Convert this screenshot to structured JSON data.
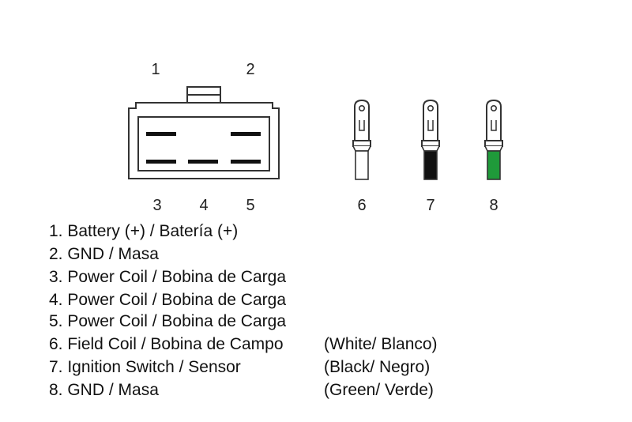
{
  "connector": {
    "pin_numbers_top": [
      "1",
      "2"
    ],
    "pin_numbers_bottom": [
      "3",
      "4",
      "5"
    ]
  },
  "terminals": [
    {
      "number": "6",
      "wire_color": "#ffffff"
    },
    {
      "number": "7",
      "wire_color": "#111111"
    },
    {
      "number": "8",
      "wire_color": "#1f9a3a"
    }
  ],
  "legend": [
    {
      "label": "1. Battery (+) / Batería (+)",
      "color_note": ""
    },
    {
      "label": "2. GND / Masa",
      "color_note": ""
    },
    {
      "label": "3. Power Coil / Bobina de Carga",
      "color_note": ""
    },
    {
      "label": "4. Power Coil / Bobina de Carga",
      "color_note": ""
    },
    {
      "label": "5. Power Coil / Bobina de Carga",
      "color_note": ""
    },
    {
      "label": "6. Field Coil / Bobina de Campo",
      "color_note": "(White/ Blanco)"
    },
    {
      "label": "7. Ignition Switch / Sensor",
      "color_note": "(Black/ Negro)"
    },
    {
      "label": "8. GND / Masa",
      "color_note": "(Green/ Verde)"
    }
  ]
}
